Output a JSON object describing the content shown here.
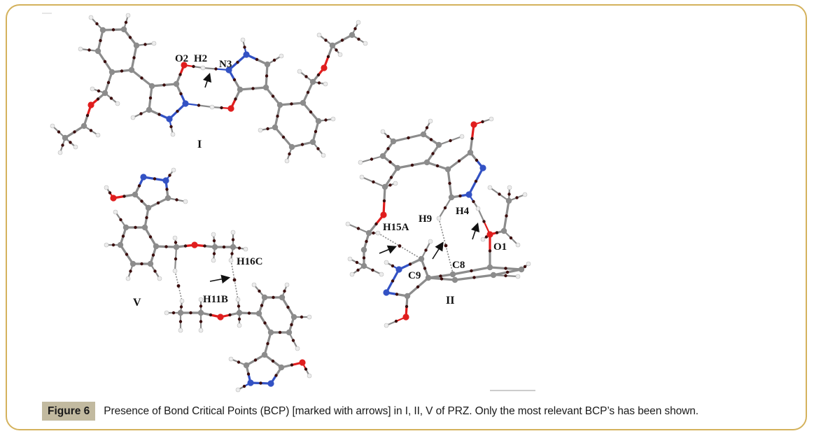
{
  "figure": {
    "tag": "Figure 6",
    "caption": "Presence of Bond Critical Points (BCP) [marked with arrows] in I, II, V of PRZ. Only the most relevant BCP’s has been shown."
  },
  "structures": {
    "I": {
      "name": "I",
      "atom_labels": [
        "O2",
        "H2",
        "N3"
      ]
    },
    "V": {
      "name": "V",
      "atom_labels": [
        "H16C",
        "H11B"
      ]
    },
    "II": {
      "name": "II",
      "atom_labels": [
        "H15A",
        "H9",
        "H4",
        "O1",
        "C9",
        "C8"
      ]
    }
  },
  "atom_colors": {
    "C": "#8c8c8c",
    "H": "#ececec",
    "O": "#e01e1e",
    "N": "#3352c4",
    "BCP": "#3a0c0c"
  }
}
